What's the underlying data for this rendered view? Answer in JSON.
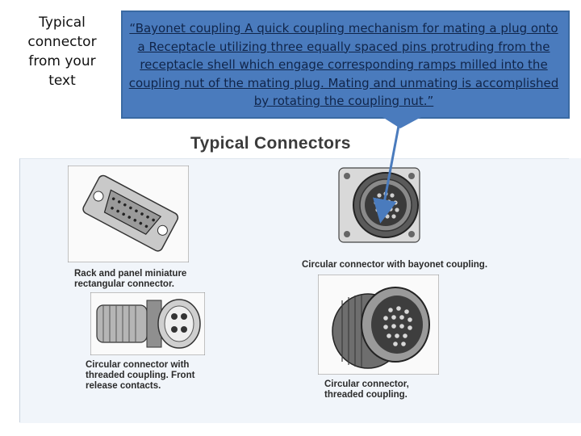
{
  "side_caption": "Typical connector from your text",
  "callout": {
    "text": "“Bayonet coupling A quick  coupling mechanism for mating a plug onto a Receptacle utilizing three equally spaced pins protruding from the receptacle shell which engage corresponding ramps milled into the coupling nut of the mating plug. Mating and unmating is accomplished by rotating the coupling nut.”"
  },
  "figure": {
    "title": "Typical Connectors",
    "labels": {
      "rack_panel": "Rack and panel miniature\nrectangular connector.",
      "bayonet": "Circular connector with bayonet coupling.",
      "threaded_front": "Circular  connector  with\nthreaded coupling.   Front\nrelease contacts.",
      "threaded": "Circular connector,\nthreaded coupling."
    }
  }
}
